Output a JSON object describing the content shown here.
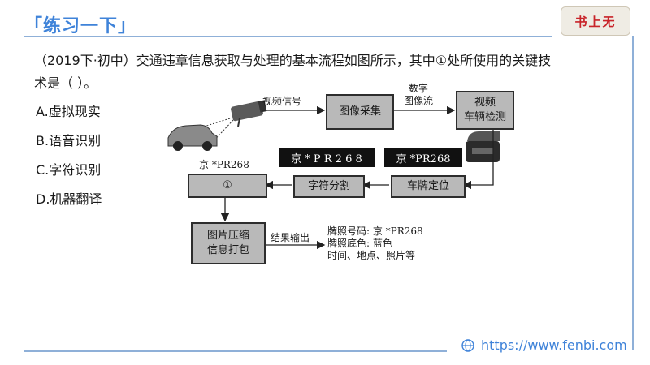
{
  "header": {
    "title": "「练习一下」",
    "badge": "书上无"
  },
  "question": {
    "line1": "（2019下·初中）交通违章信息获取与处理的基本流程如图所示，其中①处所使用的关键技",
    "line2": "术是（   ）。"
  },
  "options": [
    {
      "label": "A.虚拟现实"
    },
    {
      "label": "B.语音识别"
    },
    {
      "label": "C.字符识别"
    },
    {
      "label": "D.机器翻译"
    }
  ],
  "diagram": {
    "edge_video_signal": "视频信号",
    "box_image_capture": "图像采集",
    "edge_digital_stream": [
      "数字",
      "图像流"
    ],
    "box_vehicle_detect": [
      "视频",
      "车辆检测"
    ],
    "plate_spaced": "京 * P R 2 6 8",
    "plate_compact": "京 *PR268",
    "plate_text_top": "京 *PR268",
    "box_plate_locate": "车牌定位",
    "box_char_split": "字符分割",
    "box_step1": "①",
    "box_compress": [
      "图片压缩",
      "信息打包"
    ],
    "edge_output": "结果输出",
    "result_lines": [
      "牌照号码: 京 *PR268",
      "牌照底色: 蓝色",
      "时间、地点、照片等"
    ]
  },
  "footer": {
    "url": "https://www.fenbi.com"
  },
  "colors": {
    "accent": "#3f83d9",
    "badge_text": "#c8242a",
    "frame": "#8fb0d8",
    "box_fill": "#b9b9b9"
  }
}
